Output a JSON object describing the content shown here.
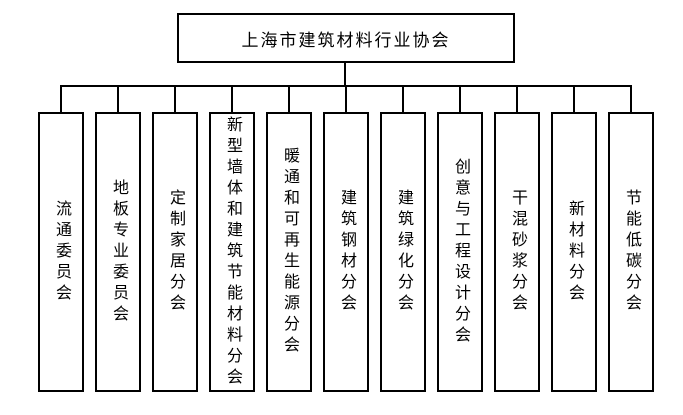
{
  "org_chart": {
    "type": "org-tree",
    "root": {
      "label": "上海市建筑材料行业协会"
    },
    "branches": [
      {
        "label": "流通委员会"
      },
      {
        "label": "地板专业委员会"
      },
      {
        "label": "定制家居分会"
      },
      {
        "label": "新型墙体和建筑节能材料分会"
      },
      {
        "label": "暖通和可再生能源分会"
      },
      {
        "label": "建筑钢材分会"
      },
      {
        "label": "建筑绿化分会"
      },
      {
        "label": "创意与工程设计分会"
      },
      {
        "label": "干混砂浆分会"
      },
      {
        "label": "新材料分会"
      },
      {
        "label": "节能低碳分会"
      }
    ],
    "colors": {
      "line": "#000000",
      "background": "#ffffff",
      "text": "#000000"
    }
  }
}
